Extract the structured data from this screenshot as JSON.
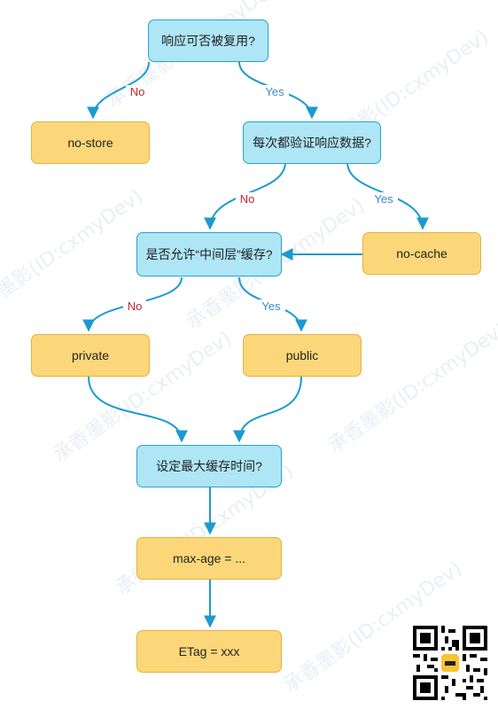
{
  "nodes": {
    "q_reuse": "响应可否被复用?",
    "no_store": "no-store",
    "q_validate": "每次都验证响应数据?",
    "no_cache": "no-cache",
    "q_intermediate": "是否允许“中间层”缓存?",
    "private": "private",
    "public": "public",
    "q_max_time": "设定最大缓存时间?",
    "max_age": "max-age = ...",
    "etag": "ETag = xxx"
  },
  "edge_labels": {
    "reuse_no": "No",
    "reuse_yes": "Yes",
    "validate_no": "No",
    "validate_yes": "Yes",
    "intermediate_no": "No",
    "intermediate_yes": "Yes"
  },
  "watermark": "承香墨影(ID:cxmyDev)",
  "colors": {
    "decision_fill": "#aee6f6",
    "decision_border": "#27a3cf",
    "result_fill": "#fbd77a",
    "result_border": "#e3b23c",
    "arrow": "#1c9ad0",
    "label_no": "#c0282f",
    "label_yes": "#3f88c5"
  }
}
